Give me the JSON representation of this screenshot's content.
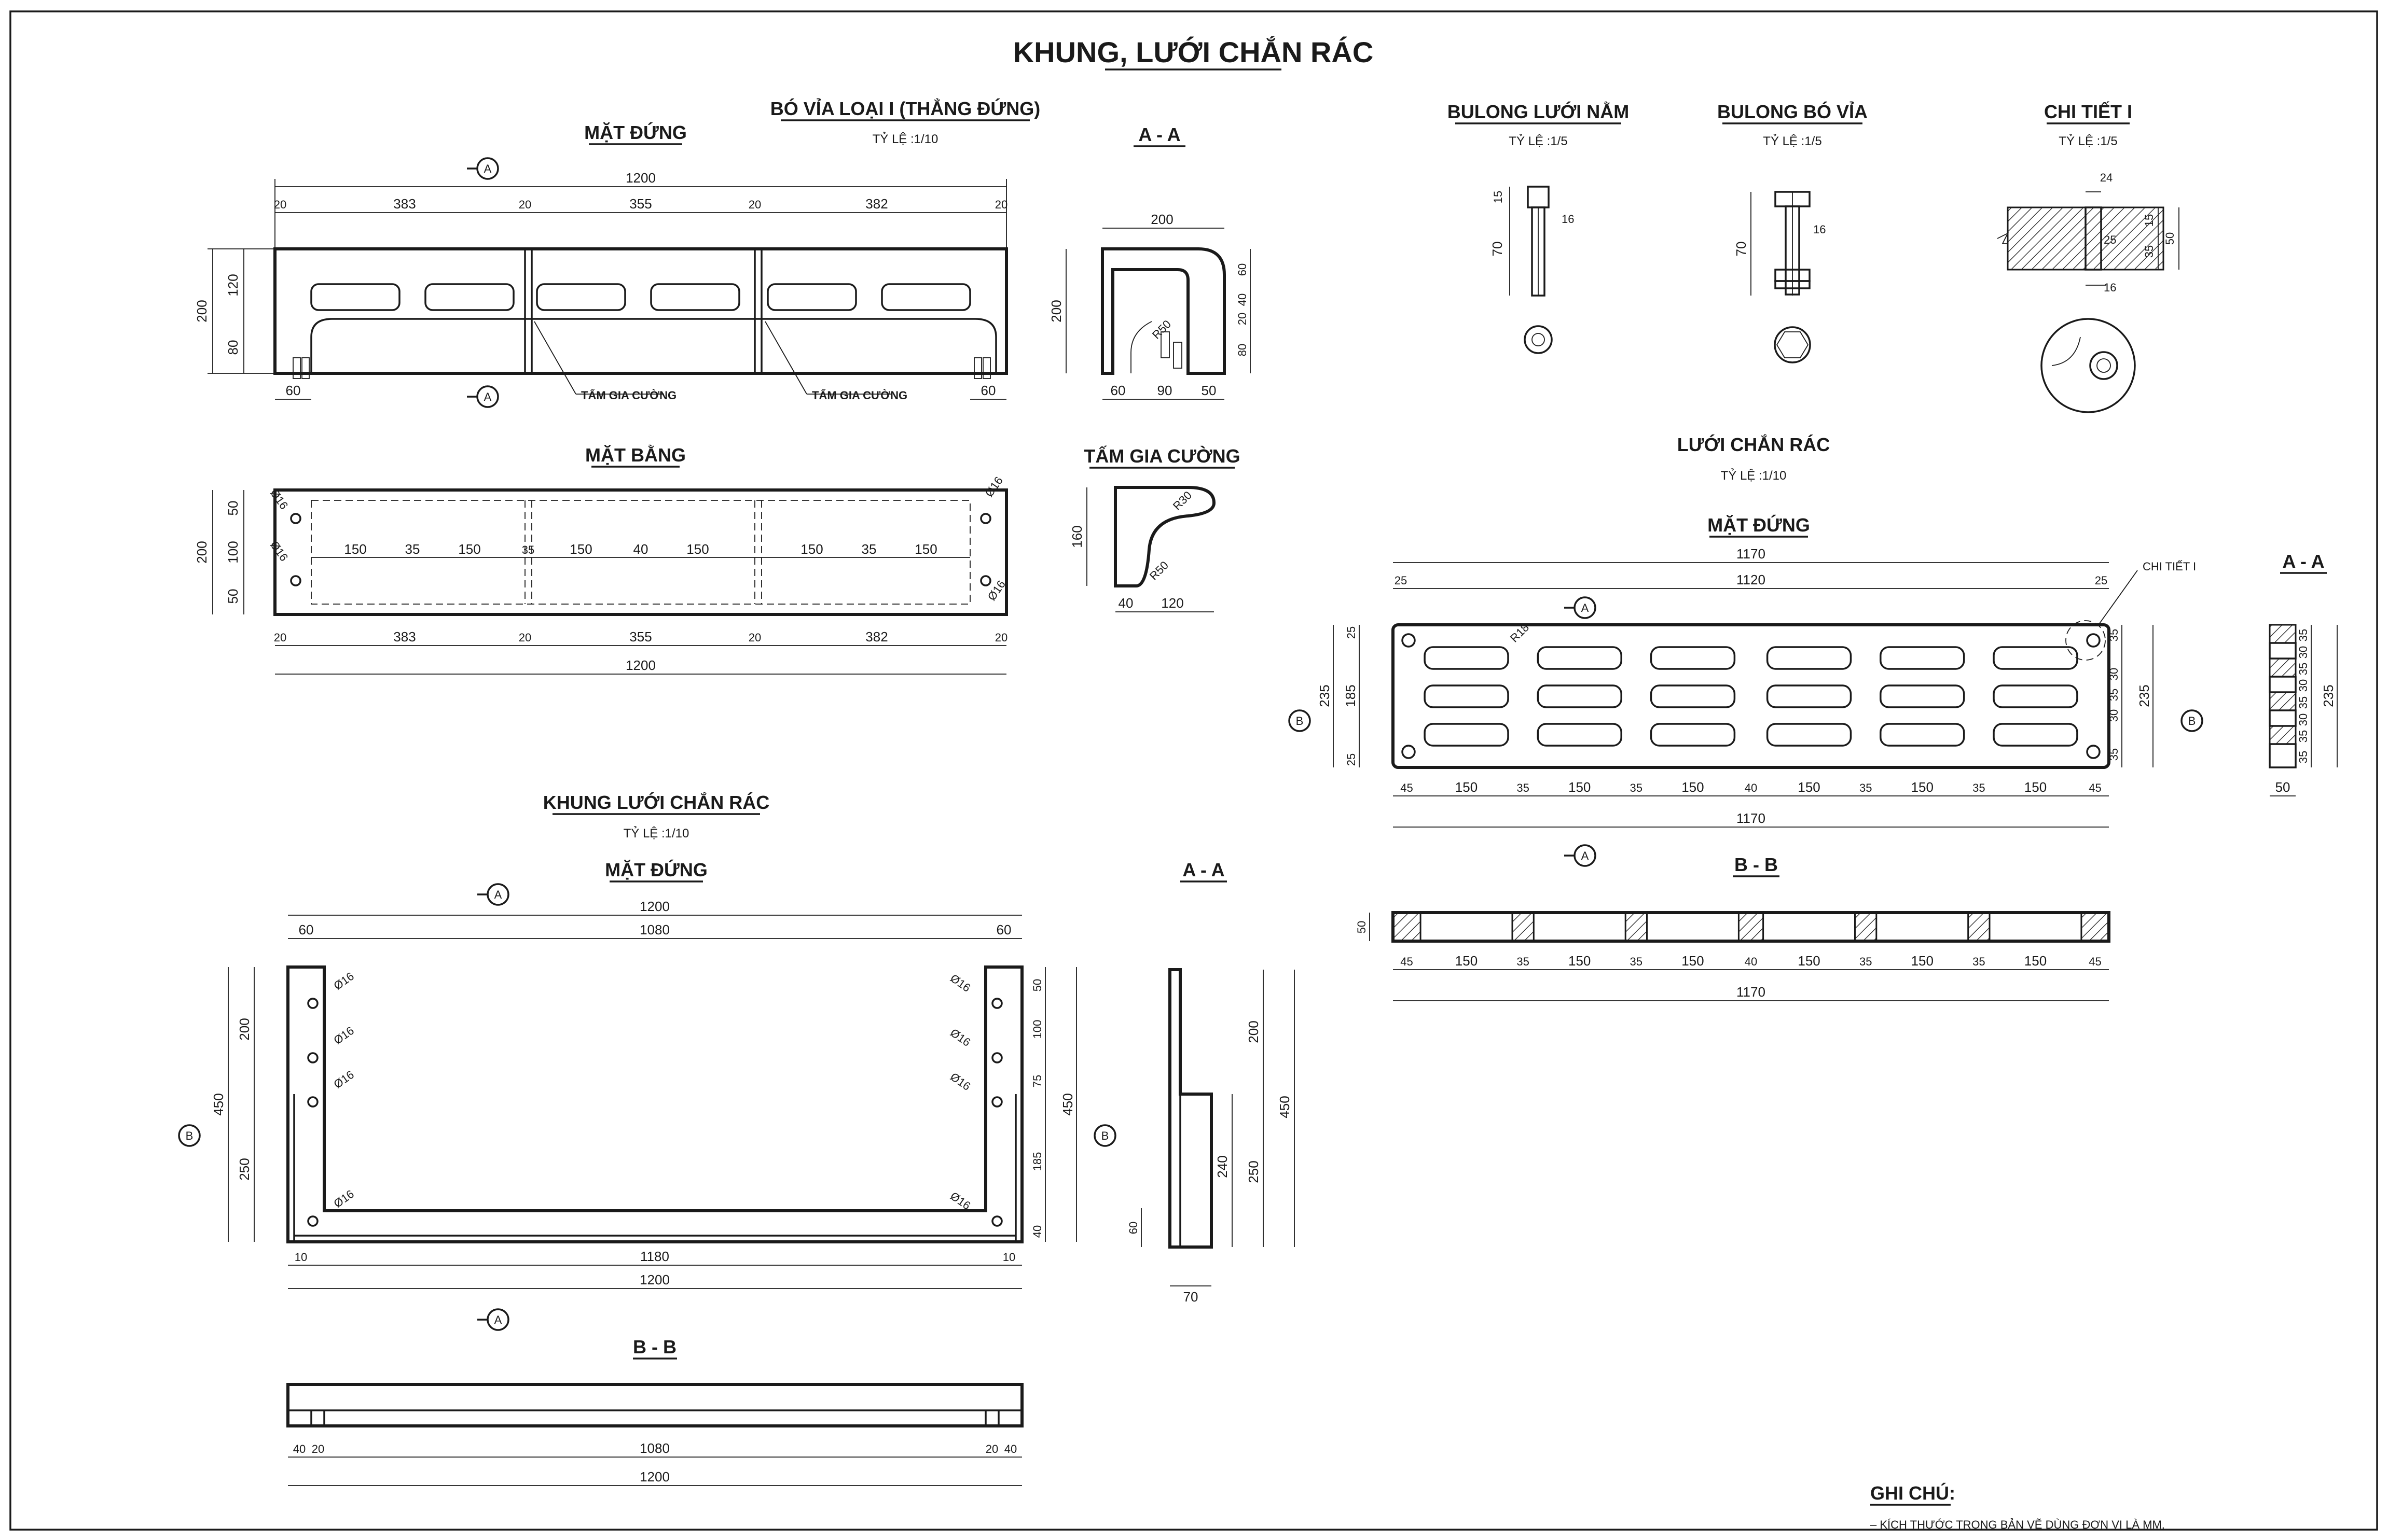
{
  "sheet_title": "KHUNG, LƯỚI CHẮN RÁC",
  "headings": {
    "bo_via_elev": "MẶT ĐỨNG",
    "bo_via_title": "BÓ VỈA LOẠI I (THẲNG ĐỨNG)",
    "bo_via_scale": "TỶ LỆ :1/10",
    "aa1": "A - A",
    "bulong_luoi": "BULONG LƯỚI NẰM",
    "bulong_luoi_scale": "TỶ LỆ :1/5",
    "bulong_bo": "BULONG BÓ VỈA",
    "bulong_bo_scale": "TỶ LỆ :1/5",
    "chi_tiet": "CHI TIẾT I",
    "chi_tiet_scale": "TỶ LỆ :1/5",
    "mat_bang": "MẶT BẰNG",
    "tam_gia_cuong": "TẤM GIA CƯỜNG",
    "luoi_title": "LƯỚI CHẮN RÁC",
    "luoi_scale": "TỶ LỆ :1/10",
    "luoi_elev": "MẶT ĐỨNG",
    "aa2": "A - A",
    "bb1": "B - B",
    "khung_title": "KHUNG LƯỚI CHẮN RÁC",
    "khung_scale": "TỶ LỆ :1/10",
    "khung_elev": "MẶT ĐỨNG",
    "aa3": "A - A",
    "bb2": "B - B"
  },
  "section_marks": {
    "a": "A",
    "b": "B"
  },
  "callouts": {
    "tam_gia_cuong_1": "TẤM GIA CƯỜNG",
    "tam_gia_cuong_2": "TẤM GIA CƯỜNG",
    "chi_tiet_i": "CHI TIẾT I"
  },
  "dims": {
    "bv_total": "1200",
    "bv_20": "20",
    "bv_383": "383",
    "bv_355": "355",
    "bv_382": "382",
    "bv_200": "200",
    "bv_120": "120",
    "bv_80": "80",
    "bv_60": "60",
    "aa_200": "200",
    "aa_60": "60",
    "aa_40": "40",
    "aa_20": "20",
    "aa_80": "80",
    "aa_90": "90",
    "aa_50": "50",
    "r30": "R30",
    "r50": "R50",
    "mb_150": "150",
    "mb_35": "35",
    "mb_40": "40",
    "mb_50": "50",
    "mb_100": "100",
    "phi16": "Ø16",
    "tgc_160": "160",
    "tgc_40": "40",
    "tgc_120": "120",
    "bl_15": "15",
    "bl_70": "70",
    "bl_16": "16",
    "ct_24": "24",
    "ct_15": "15",
    "ct_35": "35",
    "ct_25": "25",
    "ct_50": "50",
    "ct_16": "16",
    "lc_1170": "1170",
    "lc_1120": "1120",
    "lc_25": "25",
    "lc_235": "235",
    "lc_185": "185",
    "lc_45": "45",
    "lc_150": "150",
    "lc_35": "35",
    "lc_40": "40",
    "lc_30": "30",
    "lc_50": "50",
    "lc_r18": "R18",
    "kh_1200": "1200",
    "kh_60": "60",
    "kh_1080": "1080",
    "kh_200": "200",
    "kh_450": "450",
    "kh_250": "250",
    "kh_100": "100",
    "kh_75": "75",
    "kh_185": "185",
    "kh_40": "40",
    "kh_50": "50",
    "kh_10": "10",
    "kh_1180": "1180",
    "kh_240": "240",
    "kh_70": "70",
    "kh_20": "20"
  },
  "notes": {
    "title": "GHI CHÚ:",
    "line1": "– KÍCH THƯỚC TRONG BẢN VẼ DÙNG ĐƠN VỊ LÀ MM."
  }
}
